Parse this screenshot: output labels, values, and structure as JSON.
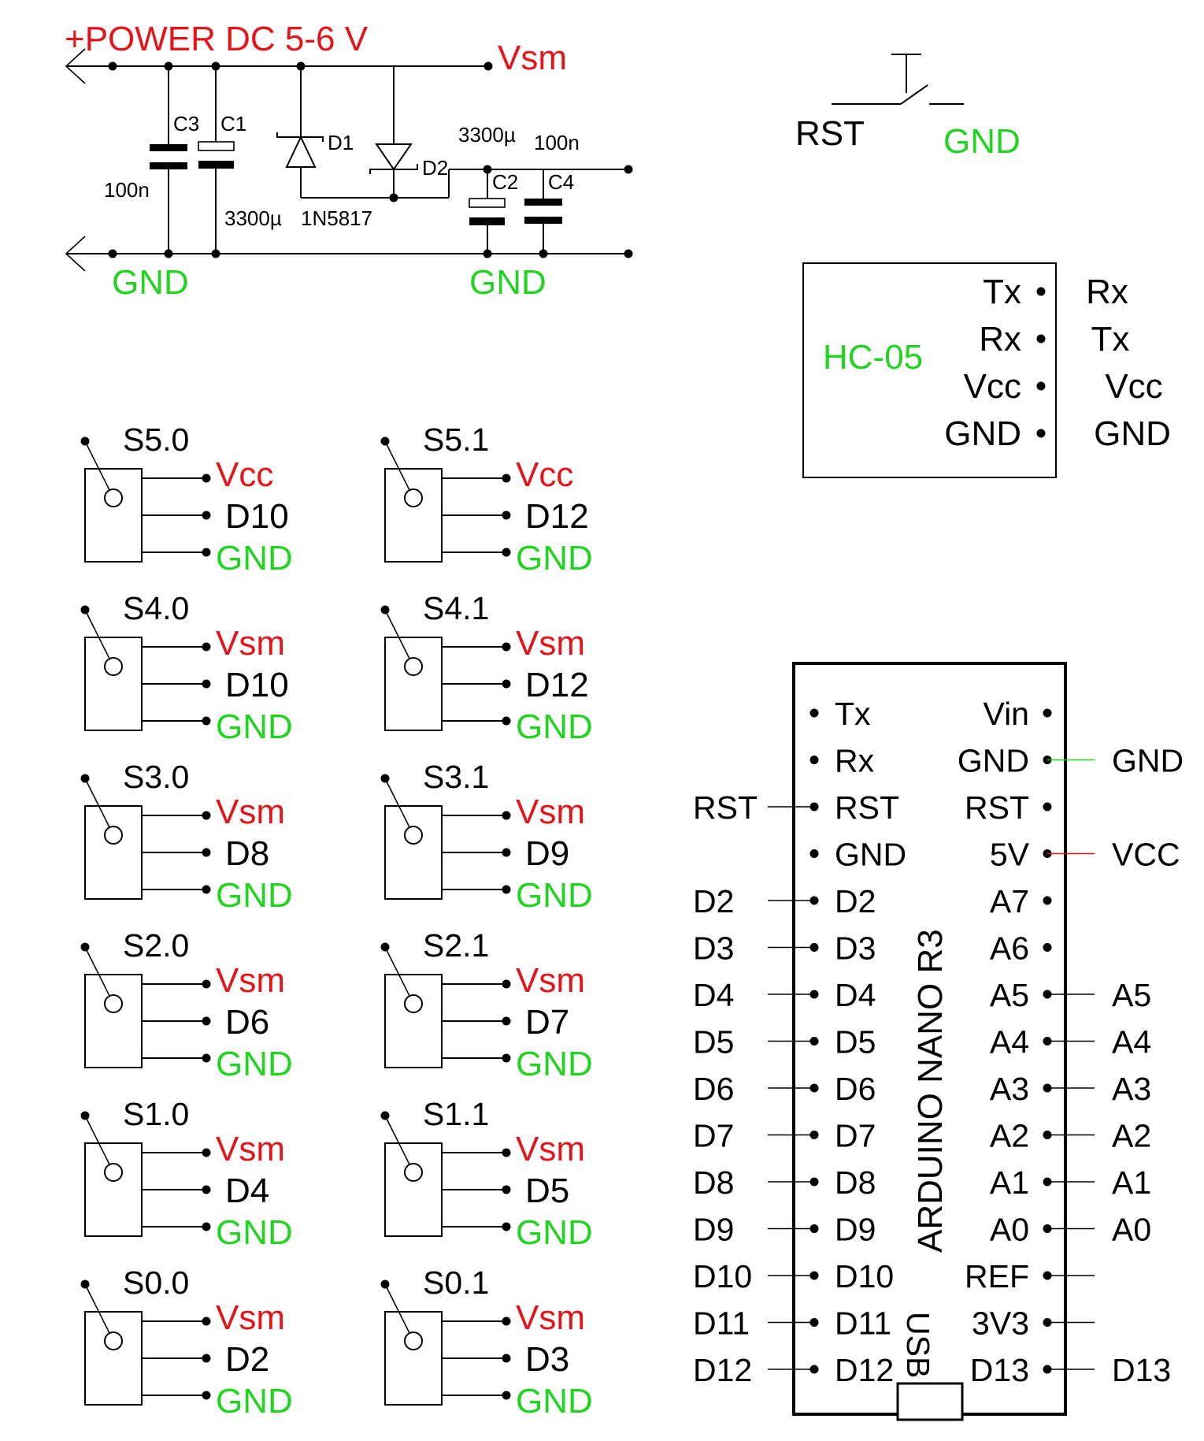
{
  "colors": {
    "red": "#e2151b",
    "green": "#22d322",
    "black": "#000000"
  },
  "power": {
    "title": "+POWER DC 5-6 V",
    "vsm": "Vsm",
    "gnd_left": "GND",
    "gnd_right": "GND",
    "caps": {
      "c3": "C3",
      "c1": "C1",
      "c2": "C2",
      "c4": "C4"
    },
    "values": {
      "c3": "100n",
      "c1": "3300µ",
      "c2": "3300µ",
      "c4": "100n"
    },
    "diodes": {
      "d1": "D1",
      "d2": "D2",
      "type": "1N5817"
    }
  },
  "reset": {
    "rst": "RST",
    "gnd": "GND"
  },
  "bluetooth": {
    "module": "HC-05",
    "pins": [
      "Tx",
      "Rx",
      "Vcc",
      "GND"
    ],
    "connections": [
      "Rx",
      "Tx",
      "Vcc",
      "GND"
    ]
  },
  "servos": [
    {
      "name": "S5.0",
      "power": "Vcc",
      "signal": "D10",
      "gnd": "GND"
    },
    {
      "name": "S5.1",
      "power": "Vcc",
      "signal": "D12",
      "gnd": "GND"
    },
    {
      "name": "S4.0",
      "power": "Vsm",
      "signal": "D10",
      "gnd": "GND"
    },
    {
      "name": "S4.1",
      "power": "Vsm",
      "signal": "D12",
      "gnd": "GND"
    },
    {
      "name": "S3.0",
      "power": "Vsm",
      "signal": "D8",
      "gnd": "GND"
    },
    {
      "name": "S3.1",
      "power": "Vsm",
      "signal": "D9",
      "gnd": "GND"
    },
    {
      "name": "S2.0",
      "power": "Vsm",
      "signal": "D6",
      "gnd": "GND"
    },
    {
      "name": "S2.1",
      "power": "Vsm",
      "signal": "D7",
      "gnd": "GND"
    },
    {
      "name": "S1.0",
      "power": "Vsm",
      "signal": "D4",
      "gnd": "GND"
    },
    {
      "name": "S1.1",
      "power": "Vsm",
      "signal": "D5",
      "gnd": "GND"
    },
    {
      "name": "S0.0",
      "power": "Vsm",
      "signal": "D2",
      "gnd": "GND"
    },
    {
      "name": "S0.1",
      "power": "Vsm",
      "signal": "D3",
      "gnd": "GND"
    }
  ],
  "arduino": {
    "title": "ARDUINO NANO R3",
    "usb": "USB",
    "left_pins": [
      "Tx",
      "Rx",
      "RST",
      "GND",
      "D2",
      "D3",
      "D4",
      "D5",
      "D6",
      "D7",
      "D8",
      "D9",
      "D10",
      "D11",
      "D12"
    ],
    "left_ext": [
      "",
      "",
      "RST",
      "",
      "D2",
      "D3",
      "D4",
      "D5",
      "D6",
      "D7",
      "D8",
      "D9",
      "D10",
      "D11",
      "D12"
    ],
    "right_pins": [
      "Vin",
      "GND",
      "RST",
      "5V",
      "A7",
      "A6",
      "A5",
      "A4",
      "A3",
      "A2",
      "A1",
      "A0",
      "REF",
      "3V3",
      "D13"
    ],
    "right_ext": [
      "",
      "GND",
      "",
      "VCC",
      "",
      "",
      "A5",
      "A4",
      "A3",
      "A2",
      "A1",
      "A0",
      "",
      "",
      "D13"
    ]
  }
}
